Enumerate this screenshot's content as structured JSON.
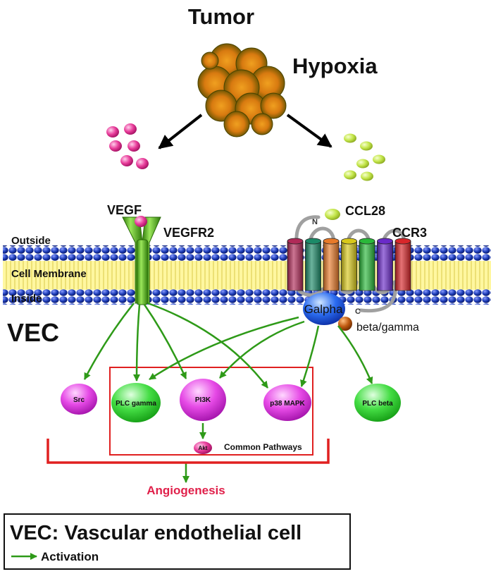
{
  "labels": {
    "tumor": "Tumor",
    "hypoxia": "Hypoxia",
    "vegf": "VEGF",
    "vegfr2": "VEGFR2",
    "ccl28": "CCL28",
    "ccr3": "CCR3",
    "outside": "Outside",
    "cell_membrane": "Cell Membrane",
    "inside": "Inside",
    "vec": "VEC",
    "galpha": "Galpha",
    "beta_gamma": "beta/gamma",
    "n_terminus": "N",
    "c_terminus": "C",
    "common_pathways": "Common Pathways",
    "angiogenesis": "Angiogenesis"
  },
  "nodes": {
    "src": "Src",
    "plc_gamma": "PLC gamma",
    "pi3k": "PI3K",
    "p38_mapk": "p38 MAPK",
    "plc_beta": "PLC beta",
    "akt": "Akt"
  },
  "legend": {
    "title": "VEC: Vascular endothelial cell",
    "activation": "Activation"
  },
  "colors": {
    "arrow_green": "#2e9a18",
    "box_red": "#e02020",
    "angiogenesis_text": "#e0204a",
    "vegf_pink": "#e83c9a",
    "ccl28_green": "#c4e64a",
    "membrane_blue": "#1e3eb8",
    "membrane_yellow": "#fff7a0",
    "receptor_green": "#5cc01a",
    "magenta_node": "#e64ae6",
    "green_node": "#44dd44",
    "galpha_blue": "#2b6cf0",
    "tumor_brown": "#7a6410",
    "tumor_orange": "#e88b10"
  },
  "ccr3_helix_colors": [
    "#b02a58",
    "#1c8a68",
    "#e87a2a",
    "#d8c81a",
    "#2ab83a",
    "#6a2ac8",
    "#d8262a"
  ]
}
